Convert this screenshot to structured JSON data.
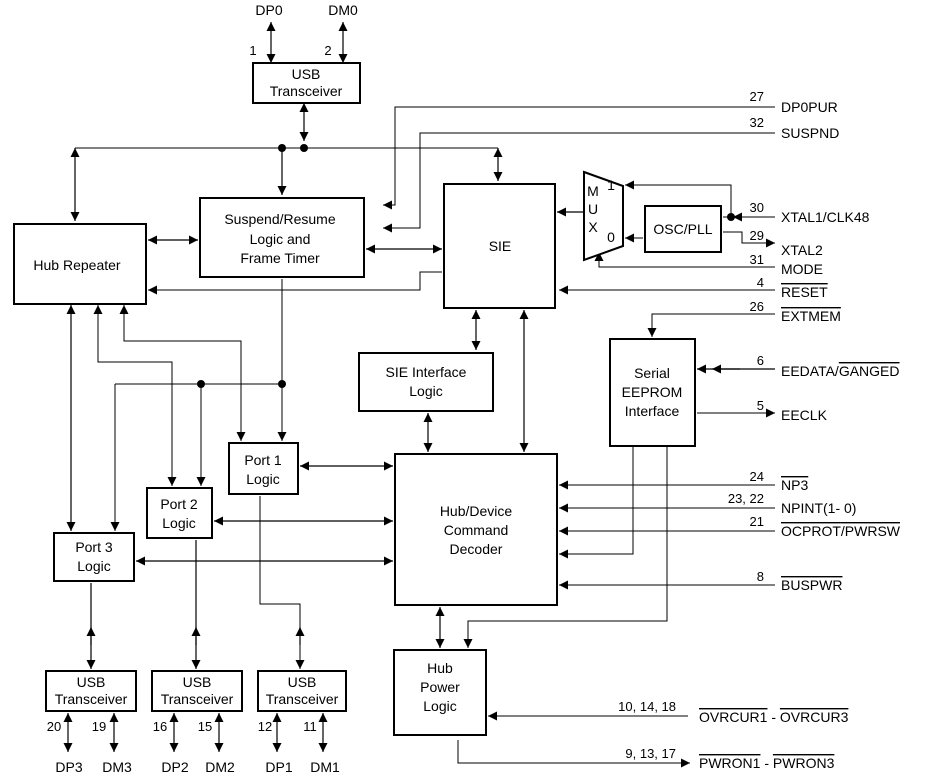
{
  "blocks": {
    "usb_top_l1": "USB",
    "usb_top_l2": "Transceiver",
    "suspend_l1": "Suspend/Resume",
    "suspend_l2": "Logic and",
    "suspend_l3": "Frame Timer",
    "hub_repeater": "Hub Repeater",
    "sie": "SIE",
    "mux_m": "M",
    "mux_u": "U",
    "mux_x": "X",
    "mux_in1": "1",
    "mux_in0": "0",
    "osc_pll": "OSC/PLL",
    "sie_if_l1": "SIE Interface",
    "sie_if_l2": "Logic",
    "eeprom_l1": "Serial",
    "eeprom_l2": "EEPROM",
    "eeprom_l3": "Interface",
    "port1_l1": "Port 1",
    "port1_l2": "Logic",
    "port2_l1": "Port 2",
    "port2_l2": "Logic",
    "port3_l1": "Port 3",
    "port3_l2": "Logic",
    "hub_dev_l1": "Hub/Device",
    "hub_dev_l2": "Command",
    "hub_dev_l3": "Decoder",
    "hub_pwr_l1": "Hub",
    "hub_pwr_l2": "Power",
    "hub_pwr_l3": "Logic",
    "usb_bottom_l1": "USB",
    "usb_bottom_l2": "Transceiver"
  },
  "signals": {
    "dp0": "DP0",
    "dm0": "DM0",
    "dp0pur": "DP0PUR",
    "suspnd": "SUSPND",
    "xtal1": "XTAL1/CLK48",
    "xtal2": "XTAL2",
    "mode": "MODE",
    "reset": "RESET",
    "extmem": "EXTMEM",
    "eedata": "EEDATA/",
    "ganged": "GANGED",
    "eeclk": "EECLK",
    "np3": "NP3",
    "npint": "NPINT(1- 0)",
    "ocprot": "OCPROT",
    "pwrsw": "/PWRSW",
    "buspwr": "BUSPWR",
    "ovrcur1": "OVRCUR1",
    "ovrcur3": "OVRCUR3",
    "pwron1": "PWRON1",
    "pwron3": "PWRON3",
    "range_sep": " - ",
    "dp3": "DP3",
    "dm3": "DM3",
    "dp2": "DP2",
    "dm2": "DM2",
    "dp1": "DP1",
    "dm1": "DM1"
  },
  "pins": {
    "dp0": "1",
    "dm0": "2",
    "dp0pur": "27",
    "suspnd": "32",
    "xtal1": "30",
    "xtal2": "29",
    "mode": "31",
    "reset": "4",
    "extmem": "26",
    "eedata": "6",
    "eeclk": "5",
    "np3": "24",
    "npint": "23, 22",
    "ocprot": "21",
    "buspwr": "8",
    "ovrcur": "10, 14, 18",
    "pwron": "9, 13, 17",
    "dp3": "20",
    "dm3": "19",
    "dp2": "16",
    "dm2": "15",
    "dp1": "12",
    "dm1": "11"
  }
}
